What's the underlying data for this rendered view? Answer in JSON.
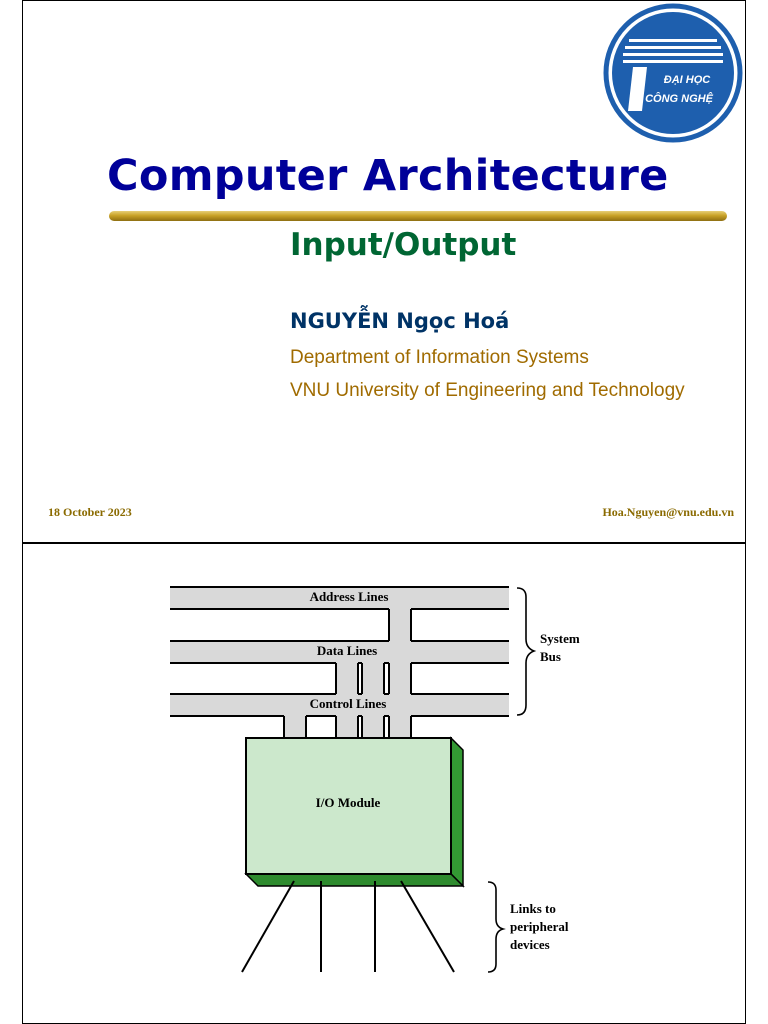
{
  "slide1": {
    "title": "Computer Architecture",
    "subtitle": "Input/Output",
    "author": "NGUYỄN Ngọc Hoá",
    "department": "Department of Information Systems",
    "university": "VNU University of Engineering and Technology",
    "date": "18 October 2023",
    "email": "Hoa.Nguyen@vnu.edu.vn",
    "logo": {
      "line1": "ĐẠI HỌC",
      "line2": "CÔNG NGHỆ",
      "color": "#1e5fae"
    },
    "colors": {
      "title": "#000099",
      "subtitle": "#006633",
      "author": "#003366",
      "affiliation": "#a06b00",
      "footer": "#8a6a00",
      "title_bar": "#c9a227"
    }
  },
  "slide2": {
    "diagram": {
      "bus_lines": [
        "Address Lines",
        "Data Lines",
        "Control Lines"
      ],
      "bus_label": [
        "System",
        "Bus"
      ],
      "module_label": "I/O Module",
      "links_label": [
        "Links to",
        "peripheral",
        "devices"
      ],
      "colors": {
        "bus_fill": "#d9d9d9",
        "module_fill": "#cce8cc",
        "module_side": "#339933"
      }
    }
  }
}
